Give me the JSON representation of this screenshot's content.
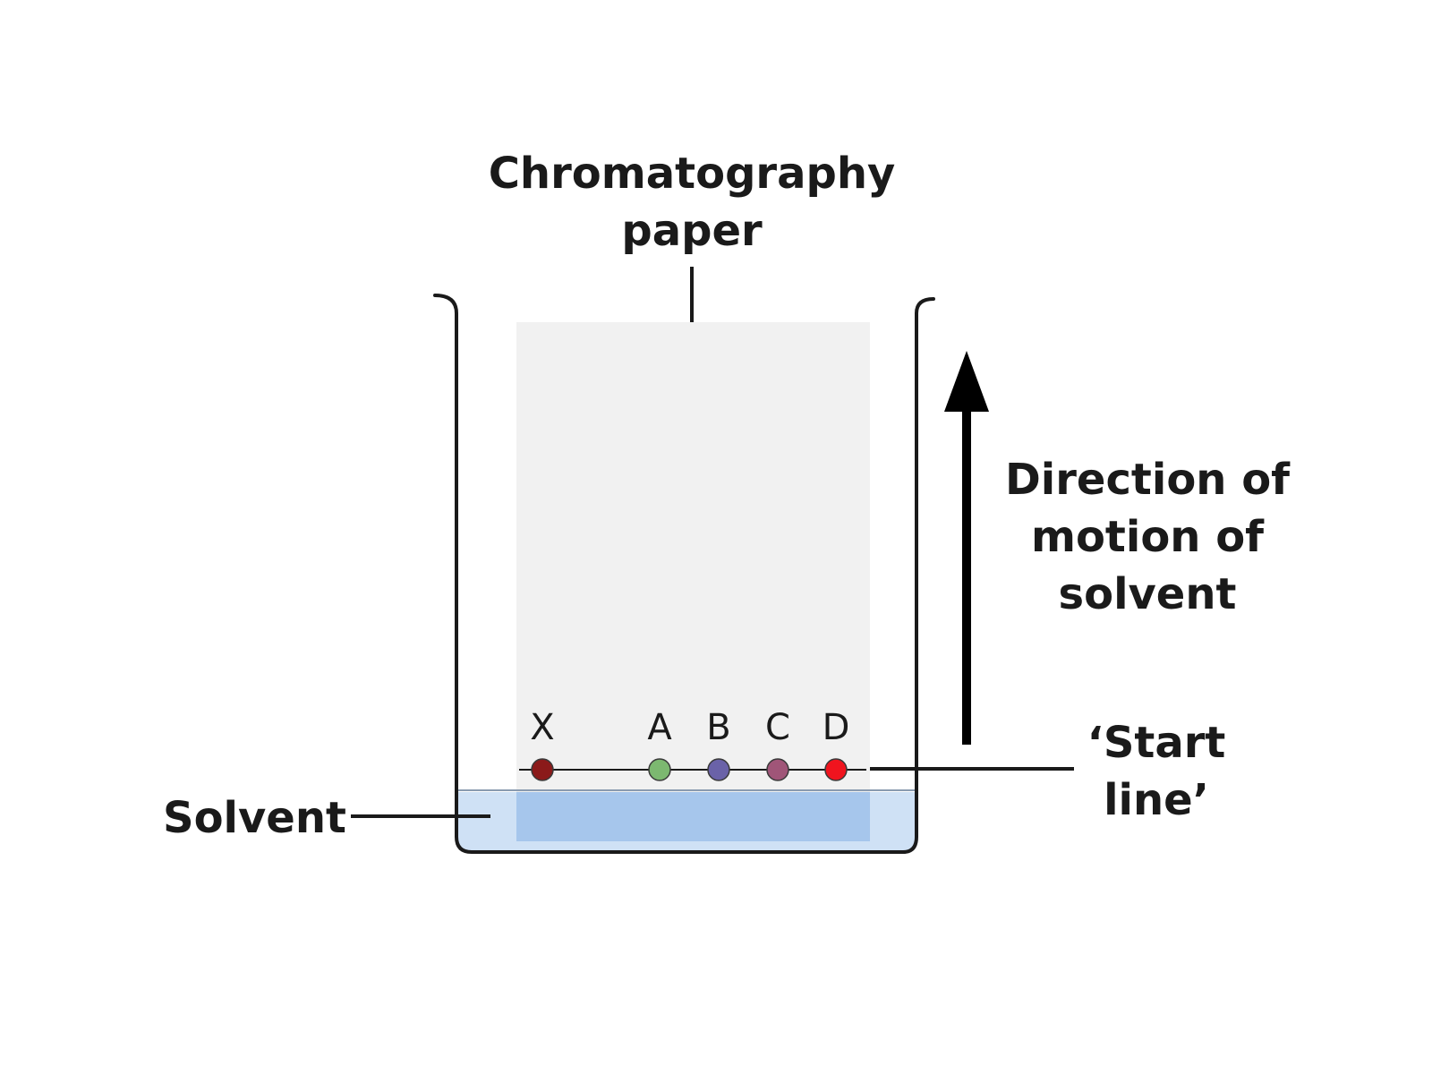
{
  "labels": {
    "paper_line1": "Chromatography",
    "paper_line2": "paper",
    "direction_line1": "Direction of",
    "direction_line2": "motion of",
    "direction_line3": "solvent",
    "start_line1": "‘Start",
    "start_line2": "line’",
    "solvent": "Solvent"
  },
  "spots": [
    {
      "label": "X",
      "color": "#8b1a1a"
    },
    {
      "label": "A",
      "color": "#7cb870"
    },
    {
      "label": "B",
      "color": "#6a62a8"
    },
    {
      "label": "C",
      "color": "#a05578"
    },
    {
      "label": "D",
      "color": "#f0141e"
    }
  ],
  "colors": {
    "paper": "#f1f1f1",
    "solvent": "#cfe1f5",
    "solvent_on_paper": "#a6c6ec",
    "outline": "#1a1a1a"
  }
}
